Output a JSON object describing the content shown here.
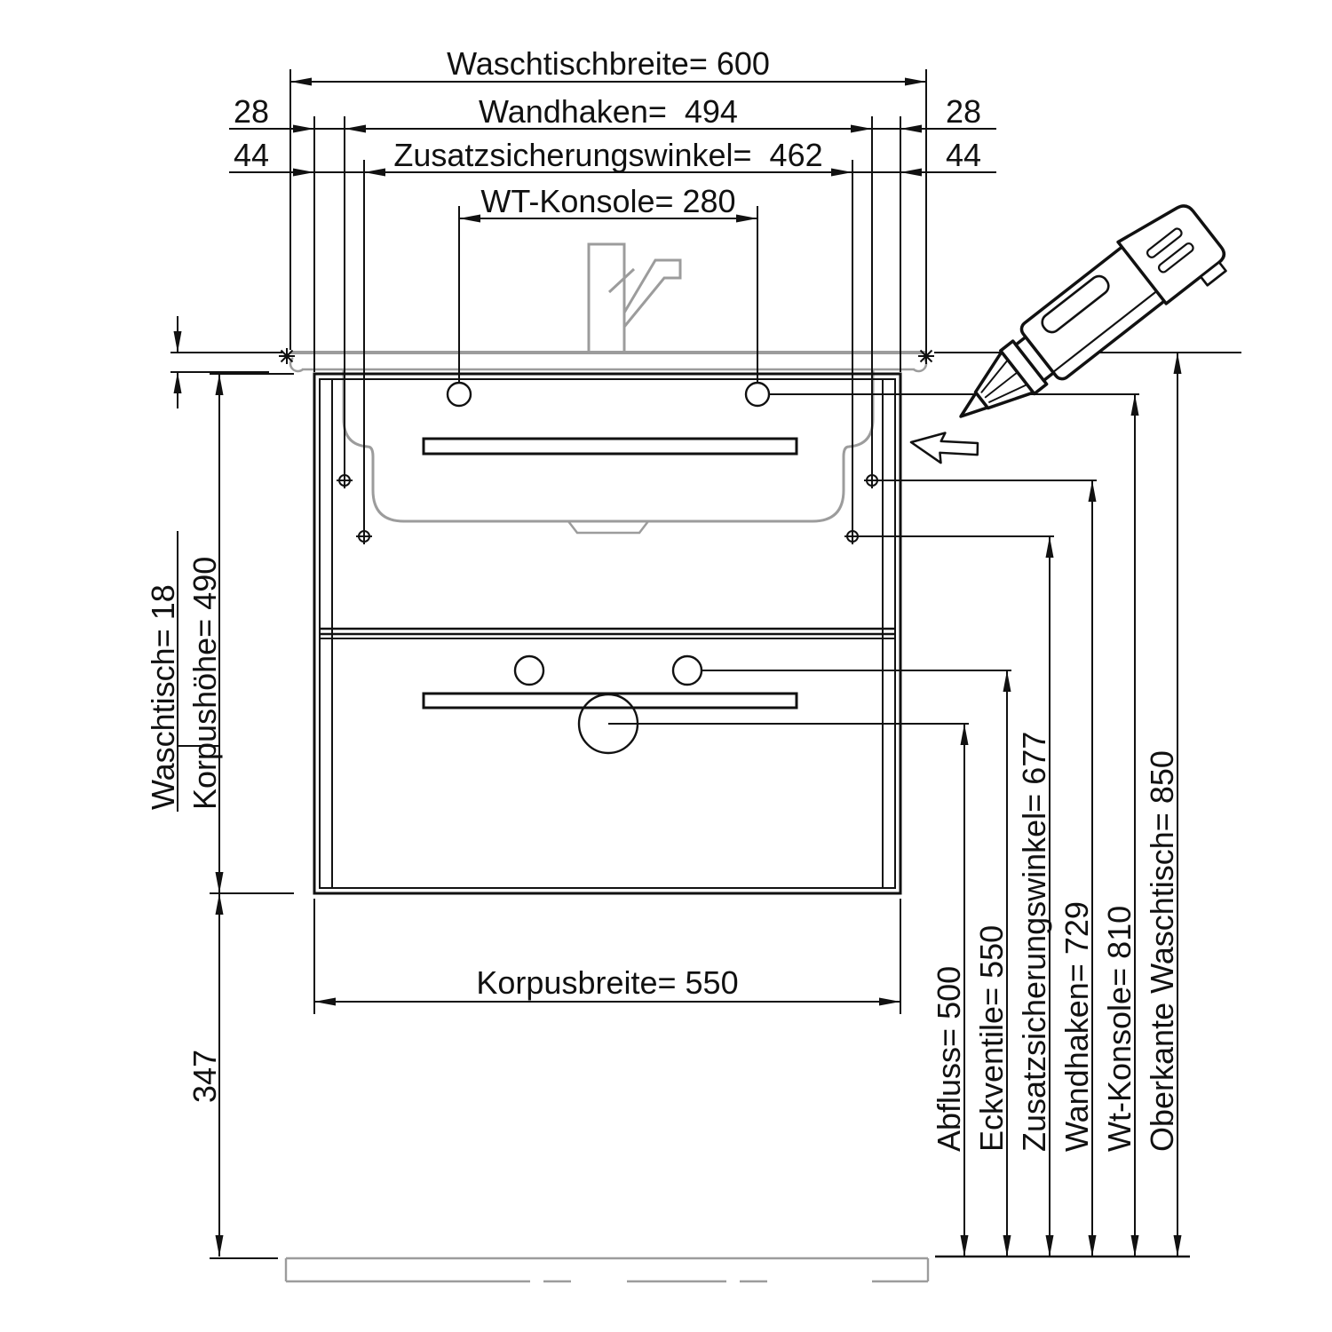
{
  "page": {
    "background": "#ffffff",
    "line_color": "#111111",
    "gray_color": "#9c9c9c"
  },
  "dimensions": {
    "top": {
      "waschtischbreite": "Waschtischbreite= 600",
      "wandhaken": "Wandhaken=  494",
      "zusatzsicherungswinkel": "Zusatzsicherungswinkel=  462",
      "wt_konsole": "WT-Konsole= 280",
      "offset_left_28": "28",
      "offset_right_28": "28",
      "offset_left_44": "44",
      "offset_right_44": "44"
    },
    "left": {
      "waschtisch": "Waschtisch= 18",
      "korpushoehe": "Korpushöhe= 490",
      "sockel_abstand": "347"
    },
    "bottom": {
      "korpusbreite": "Korpusbreite= 550"
    },
    "right": {
      "abfluss": "Abfluss= 500",
      "eckventile": "Eckventile= 550",
      "zusatzsicherungswinkel": "Zusatzsicherungswinkel= 677",
      "wandhaken": "Wandhaken= 729",
      "wt_konsole": "Wt-Konsole= 810",
      "oberkante_waschtisch": "Oberkante Waschtisch= 850"
    },
    "values_mm": {
      "waschtischbreite": 600,
      "wandhaken_breite": 494,
      "zusatzsicherungswinkel_breite": 462,
      "wt_konsole_breite": 280,
      "seitenabstand_wandhaken": 28,
      "seitenabstand_winkel": 44,
      "waschtisch_dicke": 18,
      "korpushoehe": 490,
      "abstand_boden": 347,
      "korpusbreite": 550,
      "abfluss_hoehe": 500,
      "eckventile_hoehe": 550,
      "zusatzsicherungswinkel_hoehe": 677,
      "wandhaken_hoehe": 729,
      "wt_konsole_hoehe": 810,
      "oberkante_waschtisch": 850
    }
  }
}
